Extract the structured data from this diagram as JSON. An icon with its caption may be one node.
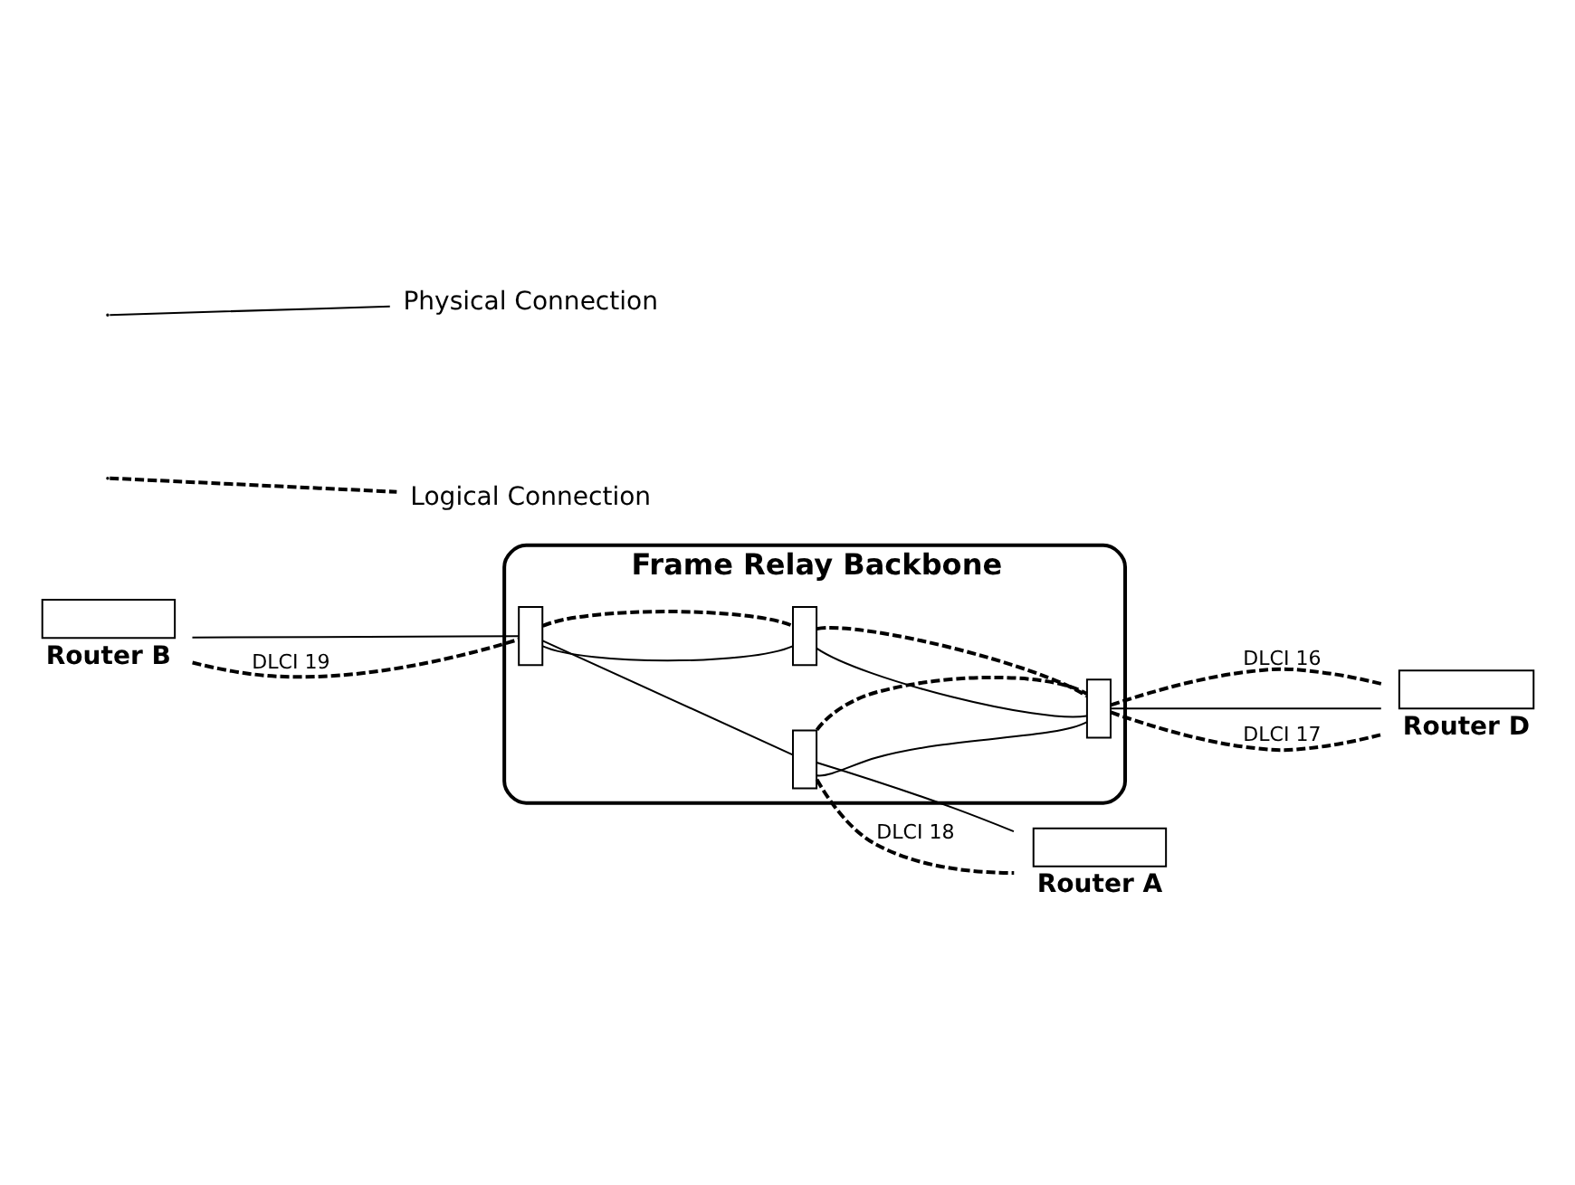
{
  "diagram": {
    "nodes": [
      {
        "text": [
          "Frame Relay Backbone"
        ]
      },
      {
        "text": [],
        "shape": "box",
        "in": 0
      },
      {
        "text": [],
        "shape": "box",
        "in": 0
      },
      {
        "text": [],
        "shape": "box",
        "in": 0
      },
      {
        "text": [],
        "shape": "box",
        "in": 0
      },
      {
        "text": [
          "Router B"
        ]
      },
      {
        "text": [
          "Router D"
        ]
      },
      {
        "text": [
          "Router A"
        ]
      }
    ],
    "edges": [
      {
        "from": 5,
        "to": 2,
        "arrow": "none"
      },
      {
        "from": 5,
        "to": 2,
        "arrow": "none",
        "style": "dashed",
        "label": "DLCI 19"
      },
      {
        "from": 2,
        "to": 1,
        "arrow": "none"
      },
      {
        "from": 2,
        "to": 4,
        "arrow": "none"
      },
      {
        "from": 1,
        "to": 3,
        "arrow": "none"
      },
      {
        "from": 4,
        "to": 3,
        "arrow": "none"
      },
      {
        "from": 2,
        "to": 1,
        "arrow": "none",
        "style": "dashed"
      },
      {
        "from": 1,
        "to": 3,
        "arrow": "none",
        "style": "dashed"
      },
      {
        "from": 4,
        "to": 3,
        "arrow": "none",
        "style": "dashed"
      },
      {
        "from": 3,
        "to": 6,
        "arrow": "none",
        "style": "dashed",
        "label": "DLCI 16"
      },
      {
        "from": 3,
        "to": 6,
        "arrow": "none"
      },
      {
        "from": 3,
        "to": 6,
        "arrow": "none",
        "style": "dashed",
        "label": "DLCI 17"
      },
      {
        "from": 4,
        "to": 7,
        "arrow": "none"
      },
      {
        "from": 4,
        "to": 7,
        "arrow": "none",
        "style": "dashed",
        "label": "DLCI 18"
      }
    ],
    "legend": [
      {
        "text": "Physical Connection"
      },
      {
        "text": "Logical Connection"
      }
    ]
  }
}
